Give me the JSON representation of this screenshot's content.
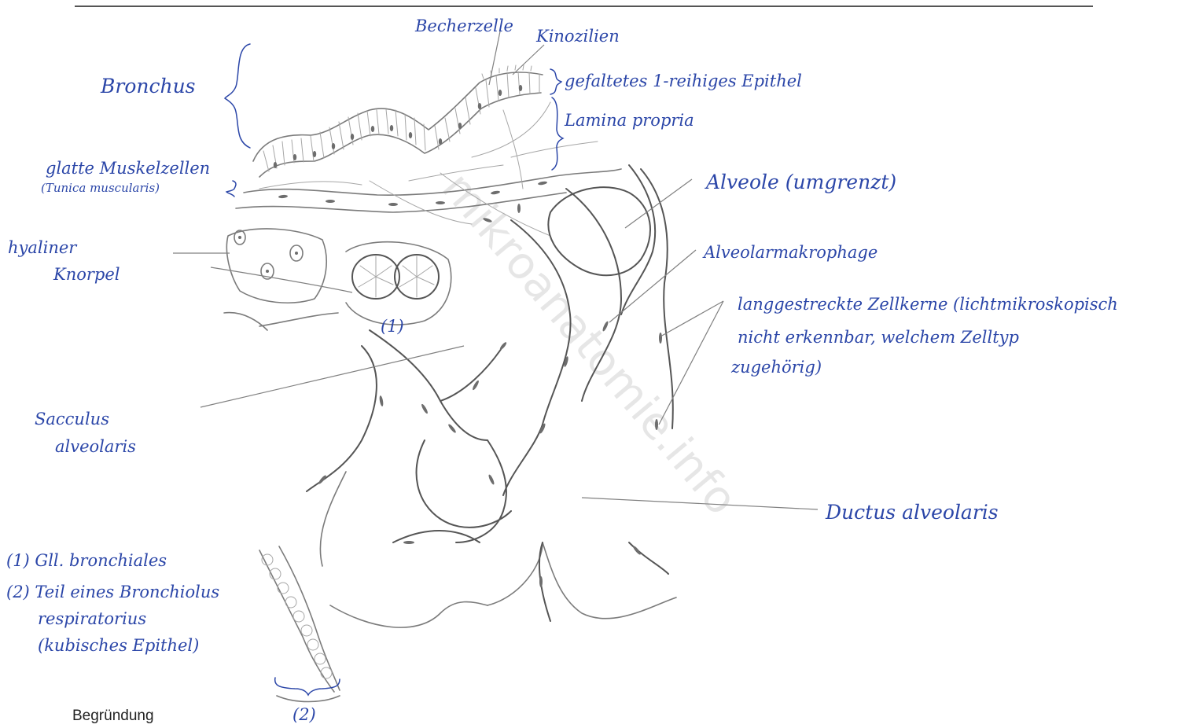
{
  "labels": {
    "becherzelle": "Becherzelle",
    "kinozilien": "Kinozilien",
    "bronchus": "Bronchus",
    "epithel": "gefaltetes 1-reihiges Epithel",
    "lamina": "Lamina propria",
    "muskel_1": "glatte Muskelzellen",
    "muskel_2": "(Tunica muscularis)",
    "alveole": "Alveole (umgrenzt)",
    "knorpel_1": "hyaliner",
    "knorpel_2": "Knorpel",
    "makrophage": "Alveolarmakrophage",
    "zellkerne_1": "langgestreckte Zellkerne (lichtmikroskopisch",
    "zellkerne_2": "nicht erkennbar, welchem Zelltyp",
    "zellkerne_3": "zugehörig)",
    "marker_1": "(1)",
    "sacculus_1": "Sacculus",
    "sacculus_2": "alveolaris",
    "ductus": "Ductus alveolaris",
    "marker_2": "(2)"
  },
  "legend": {
    "item_1": "(1) Gll. bronchiales",
    "item_2a": "(2) Teil eines Bronchiolus",
    "item_2b": "respiratorius",
    "item_2c": "(kubisches Epithel)"
  },
  "footer": {
    "begruendung": "Begründung"
  },
  "watermark": "mikroanatomie.info",
  "colors": {
    "ink": "#2b46a8",
    "pencil": "#7b7b7b"
  }
}
